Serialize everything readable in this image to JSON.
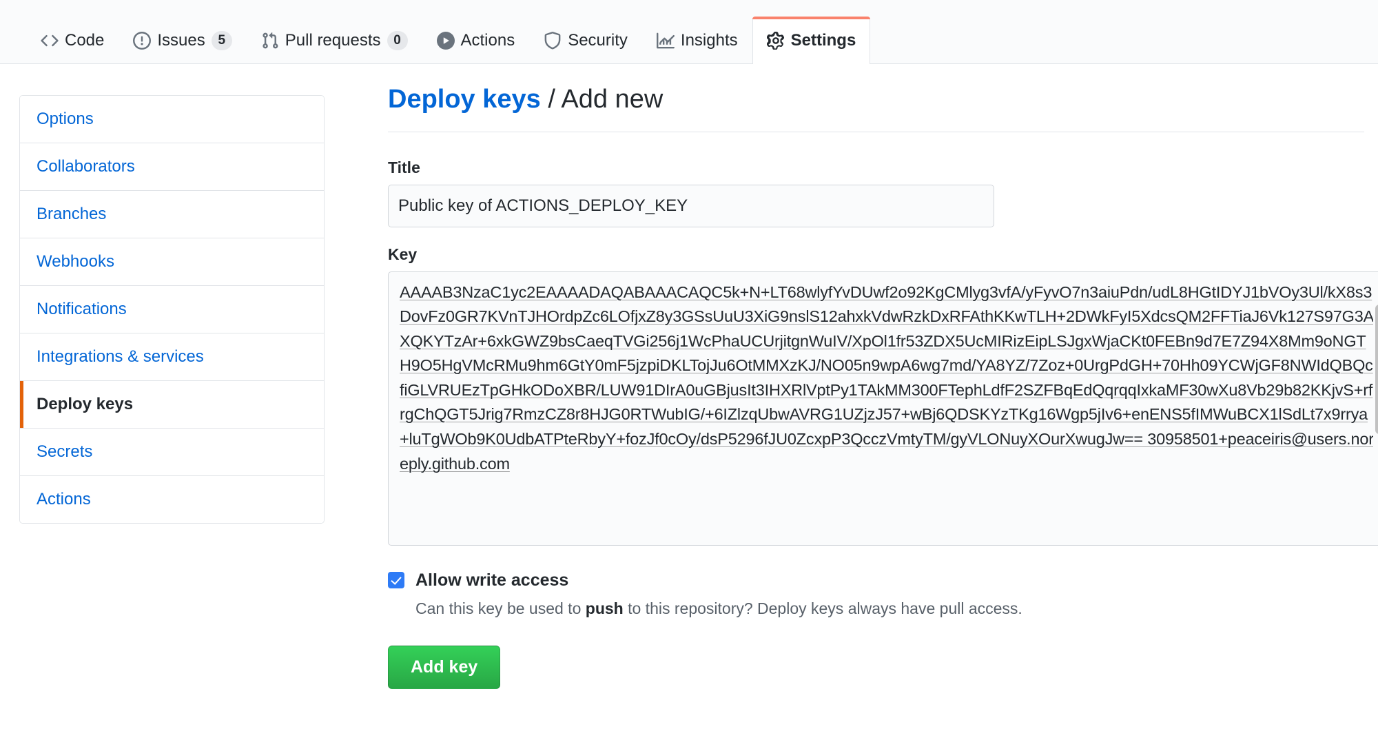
{
  "nav": {
    "tabs": [
      {
        "label": "Code",
        "icon": "code-icon",
        "counter": null,
        "selected": false
      },
      {
        "label": "Issues",
        "icon": "issue-opened-icon",
        "counter": "5",
        "selected": false
      },
      {
        "label": "Pull requests",
        "icon": "git-pull-request-icon",
        "counter": "0",
        "selected": false
      },
      {
        "label": "Actions",
        "icon": "play-icon",
        "counter": null,
        "selected": false
      },
      {
        "label": "Security",
        "icon": "shield-icon",
        "counter": null,
        "selected": false
      },
      {
        "label": "Insights",
        "icon": "graph-icon",
        "counter": null,
        "selected": false
      },
      {
        "label": "Settings",
        "icon": "gear-icon",
        "counter": null,
        "selected": true
      }
    ]
  },
  "sidebar": {
    "items": [
      {
        "label": "Options",
        "selected": false
      },
      {
        "label": "Collaborators",
        "selected": false
      },
      {
        "label": "Branches",
        "selected": false
      },
      {
        "label": "Webhooks",
        "selected": false
      },
      {
        "label": "Notifications",
        "selected": false
      },
      {
        "label": "Integrations & services",
        "selected": false
      },
      {
        "label": "Deploy keys",
        "selected": true
      },
      {
        "label": "Secrets",
        "selected": false
      },
      {
        "label": "Actions",
        "selected": false
      }
    ]
  },
  "main": {
    "heading": {
      "link": "Deploy keys",
      "separator": "/",
      "current": "Add new"
    },
    "title_field": {
      "label": "Title",
      "value": "Public key of ACTIONS_DEPLOY_KEY",
      "placeholder": ""
    },
    "key_field": {
      "label": "Key",
      "value": "AAAAB3NzaC1yc2EAAAADAQABAAACAQC5k+N+LT68wlyfYvDUwf2o92KgCMlyg3vfA/yFyvO7n3aiuPdn/udL8HGtIDYJ1bVOy3Ul/kX8s3DovFz0GR7KVnTJHOrdpZc6LOfjxZ8y3GSsUuU3XiG9nslS12ahxkVdwRzkDxRFAthKKwTLH+2DWkFyI5XdcsQM2FFTiaJ6Vk127S97G3AXQKYTzAr+6xkGWZ9bsCaeqTVGi256j1WcPhaUCUrjitgnWuIV/XpOl1fr53ZDX5UcMIRizEipLSJgxWjaCKt0FEBn9d7E7Z94X8Mm9oNGTH9O5HgVMcRMu9hm6GtY0mF5jzpiDKLTojJu6OtMMXzKJ/NO05n9wpA6wg7md/YA8YZ/7Zoz+0UrgPdGH+70Hh09YCWjGF8NWIdQBQcfiGLVRUEzTpGHkODoXBR/LUW91DIrA0uGBjusIt3IHXRlVptPy1TAkMM300FTephLdfF2SZFBqEdQqrqqIxkaMF30wXu8Vb29b82KKjvS+rfrgChQGT5Jrig7RmzCZ8r8HJG0RTWubIG/+6IZlzqUbwAVRG1UZjzJ57+wBj6QDSKYzTKg16Wgp5jIv6+enENS5fIMWuBCX1lSdLt7x9rrya+luTgWOb9K0UdbATPteRbyY+fozJf0cOy/dsP5296fJU0ZcxpP3QcczVmtyTM/gyVLONuyXOurXwugJw== 30958501+peaceiris@users.noreply.github.com"
    },
    "write_access": {
      "label": "Allow write access",
      "checked": true,
      "note_before": "Can this key be used to ",
      "note_bold": "push",
      "note_after": " to this repository? Deploy keys always have pull access."
    },
    "submit_button": "Add key"
  },
  "colors": {
    "link": "#0366d6",
    "selected_tab_accent": "#f9826c",
    "sidebar_accent": "#e36209",
    "button_green": "#28a745",
    "checkbox_blue": "#2e7bf6"
  }
}
